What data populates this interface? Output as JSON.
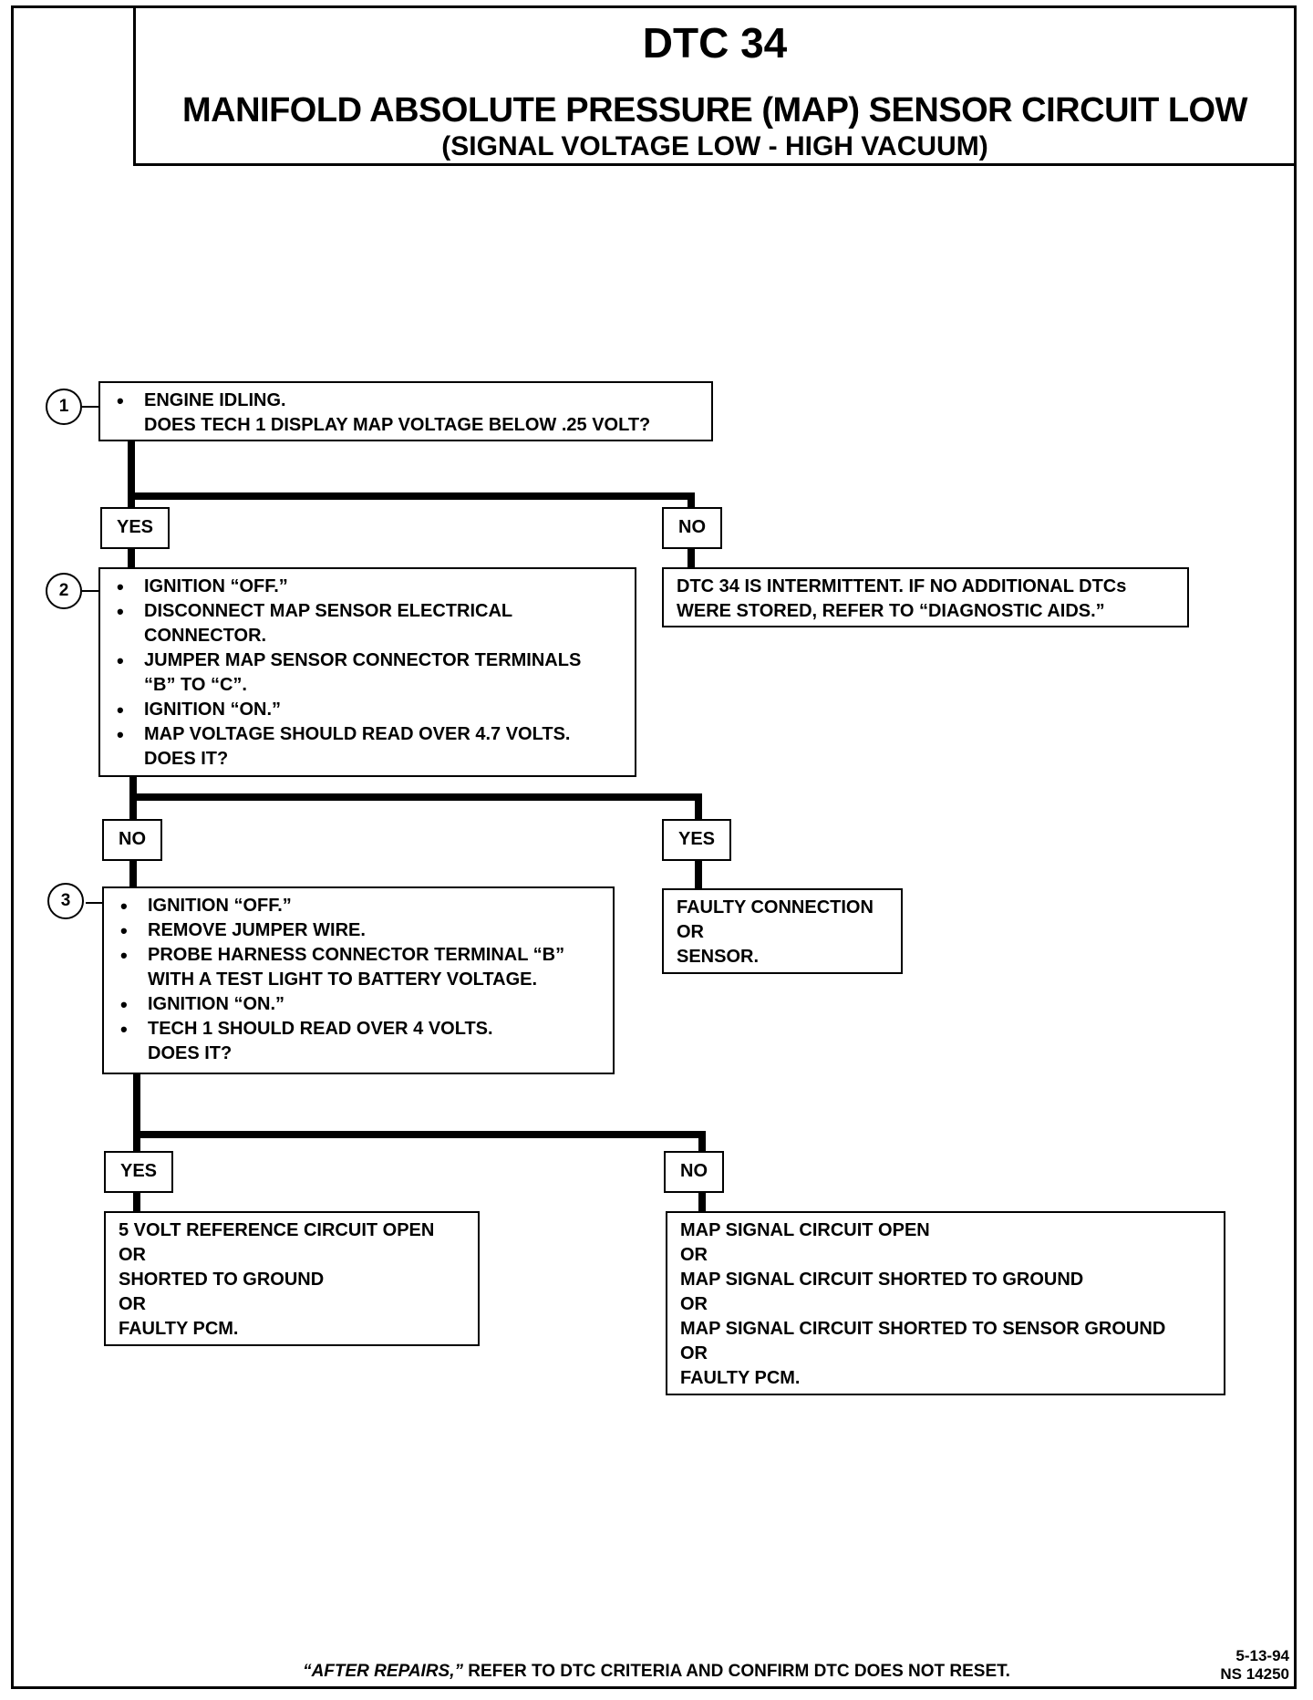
{
  "header": {
    "code": "DTC 34",
    "title": "MANIFOLD ABSOLUTE PRESSURE (MAP) SENSOR CIRCUIT LOW",
    "subtitle": "(SIGNAL VOLTAGE LOW - HIGH VACUUM)"
  },
  "steps": [
    {
      "number": "1",
      "bullet_lines": [
        [
          "ENGINE IDLING.",
          "DOES TECH 1 DISPLAY MAP VOLTAGE BELOW .25 VOLT?"
        ]
      ]
    },
    {
      "number": "2",
      "bullet_lines": [
        [
          "IGNITION “OFF.”"
        ],
        [
          "DISCONNECT MAP SENSOR ELECTRICAL",
          "CONNECTOR."
        ],
        [
          "JUMPER MAP SENSOR CONNECTOR TERMINALS",
          "“B” TO “C”."
        ],
        [
          "IGNITION “ON.”"
        ],
        [
          "MAP VOLTAGE SHOULD READ OVER 4.7 VOLTS.",
          "DOES IT?"
        ]
      ]
    },
    {
      "number": "3",
      "bullet_lines": [
        [
          "IGNITION “OFF.”"
        ],
        [
          "REMOVE JUMPER WIRE."
        ],
        [
          "PROBE HARNESS CONNECTOR TERMINAL “B”",
          "WITH A TEST LIGHT TO BATTERY VOLTAGE."
        ],
        [
          "IGNITION “ON.”"
        ],
        [
          "TECH 1 SHOULD READ OVER 4 VOLTS.",
          "DOES IT?"
        ]
      ]
    }
  ],
  "labels": {
    "s1_yes": "YES",
    "s1_no": "NO",
    "s2_no": "NO",
    "s2_yes": "YES",
    "s3_yes": "YES",
    "s3_no": "NO"
  },
  "results": {
    "intermittent": [
      "DTC 34 IS INTERMITTENT.  IF NO ADDITIONAL DTCs",
      "WERE STORED, REFER TO “DIAGNOSTIC AIDS.”"
    ],
    "faulty_connection": [
      "FAULTY CONNECTION",
      "OR",
      "SENSOR."
    ],
    "ref_circuit": [
      "5 VOLT REFERENCE CIRCUIT OPEN",
      "OR",
      "SHORTED TO GROUND",
      "OR",
      "FAULTY PCM."
    ],
    "signal_circuit": [
      "MAP SIGNAL CIRCUIT OPEN",
      "OR",
      "MAP SIGNAL CIRCUIT SHORTED TO GROUND",
      "OR",
      "MAP SIGNAL CIRCUIT SHORTED TO SENSOR GROUND",
      "OR",
      "FAULTY PCM."
    ]
  },
  "footer": {
    "quote_italic": "“AFTER REPAIRS,”",
    "text": " REFER TO DTC CRITERIA AND CONFIRM DTC DOES NOT RESET.",
    "date": "5-13-94",
    "ref": "NS 14250"
  }
}
